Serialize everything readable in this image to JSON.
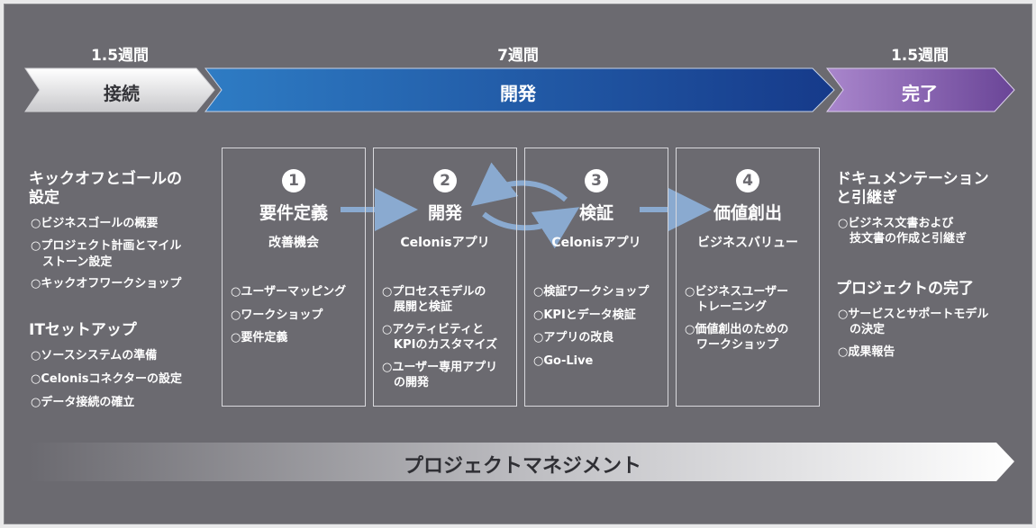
{
  "phases": [
    {
      "duration": "1.5週間",
      "label": "接続"
    },
    {
      "duration": "7週間",
      "label": "開発"
    },
    {
      "duration": "1.5週間",
      "label": "完了"
    }
  ],
  "left": {
    "sections": [
      {
        "title_line1": "キックオフとゴールの",
        "title_line2": "設定",
        "items": [
          "○ビジネスゴールの概要",
          "○プロジェクト計画とマイル",
          "　ストーン設定",
          "○キックオフワークショップ"
        ]
      },
      {
        "title_line1": "ITセットアップ",
        "items": [
          "○ソースシステムの準備",
          "○Celonisコネクターの設定",
          "○データ接続の確立"
        ]
      }
    ]
  },
  "stages": [
    {
      "number": "1",
      "title": "要件定義",
      "subtitle": "改善機会",
      "items": [
        "○ユーザーマッピング",
        "○ワークショップ",
        "○要件定義"
      ]
    },
    {
      "number": "2",
      "title": "開発",
      "subtitle": "Celonisアプリ",
      "items": [
        "○プロセスモデルの",
        "　展開と検証",
        "○アクティビティと",
        "　KPIのカスタマイズ",
        "○ユーザー専用アプリ",
        "　の開発"
      ]
    },
    {
      "number": "3",
      "title": "検証",
      "subtitle": "Celonisアプリ",
      "items": [
        "○検証ワークショップ",
        "○KPIとデータ検証",
        "○アプリの改良",
        "○Go-Live"
      ]
    },
    {
      "number": "4",
      "title": "価値創出",
      "subtitle": "ビジネスバリュー",
      "items": [
        "○ビジネスユーザー",
        "　トレーニング",
        "○価値創出のための",
        "　ワークショップ"
      ]
    }
  ],
  "right": {
    "sections": [
      {
        "title_line1": "ドキュメンテーション",
        "title_line2": "と引継ぎ",
        "items": [
          "○ビジネス文書および",
          "　技文書の作成と引継ぎ"
        ]
      },
      {
        "title_line1": "プロジェクトの完了",
        "items": [
          "○サービスとサポートモデル",
          "　の決定",
          "○成果報告"
        ]
      }
    ]
  },
  "footer": {
    "label": "プロジェクトマネジメント"
  },
  "colors": {
    "background": "#6b6a70",
    "develop_blue": "#1f5fa8",
    "complete_purple": "#7c5aa8",
    "connector_arrow": "#8aaad0"
  }
}
